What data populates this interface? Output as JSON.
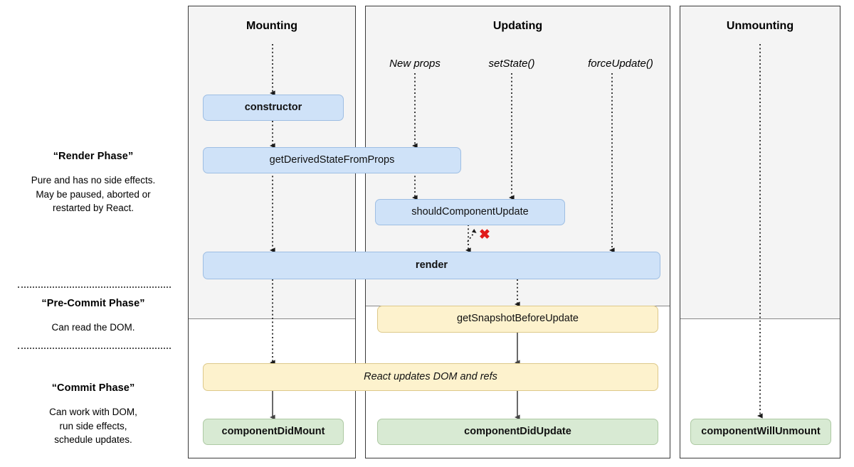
{
  "phases": [
    {
      "id": "render-phase",
      "title": "“Render Phase”",
      "desc": "Pure and has no side effects.\nMay be paused, aborted or\nrestarted by React."
    },
    {
      "id": "pre-commit-phase",
      "title": "“Pre-Commit Phase”",
      "desc": "Can read the DOM."
    },
    {
      "id": "commit-phase",
      "title": "“Commit Phase”",
      "desc": "Can work with DOM,\nrun side effects,\nschedule updates."
    }
  ],
  "columns": [
    {
      "id": "mounting",
      "title": "Mounting"
    },
    {
      "id": "updating",
      "title": "Updating"
    },
    {
      "id": "unmounting",
      "title": "Unmounting"
    }
  ],
  "triggers": [
    {
      "id": "new-props",
      "label": "New props"
    },
    {
      "id": "set-state",
      "label": "setState()"
    },
    {
      "id": "force-update",
      "label": "forceUpdate()"
    }
  ],
  "nodes": {
    "constructor": "constructor",
    "get_derived_state": "getDerivedStateFromProps",
    "should_component_update": "shouldComponentUpdate",
    "render": "render",
    "get_snapshot": "getSnapshotBeforeUpdate",
    "react_updates": "React updates DOM and refs",
    "component_did_mount": "componentDidMount",
    "component_did_update": "componentDidUpdate",
    "component_will_unmount": "componentWillUnmount"
  },
  "annotations": {
    "skip_render_x": "✖"
  },
  "colors": {
    "blue_fill": "#cfe2f8",
    "blue_stroke": "#9ebee3",
    "yellow_fill": "#fdf2cd",
    "yellow_stroke": "#ddc98a",
    "green_fill": "#d8ead3",
    "green_stroke": "#adc9a3",
    "gray_band": "#f4f4f4",
    "x_red": "#e01b1b",
    "border": "#3a3a3a"
  }
}
